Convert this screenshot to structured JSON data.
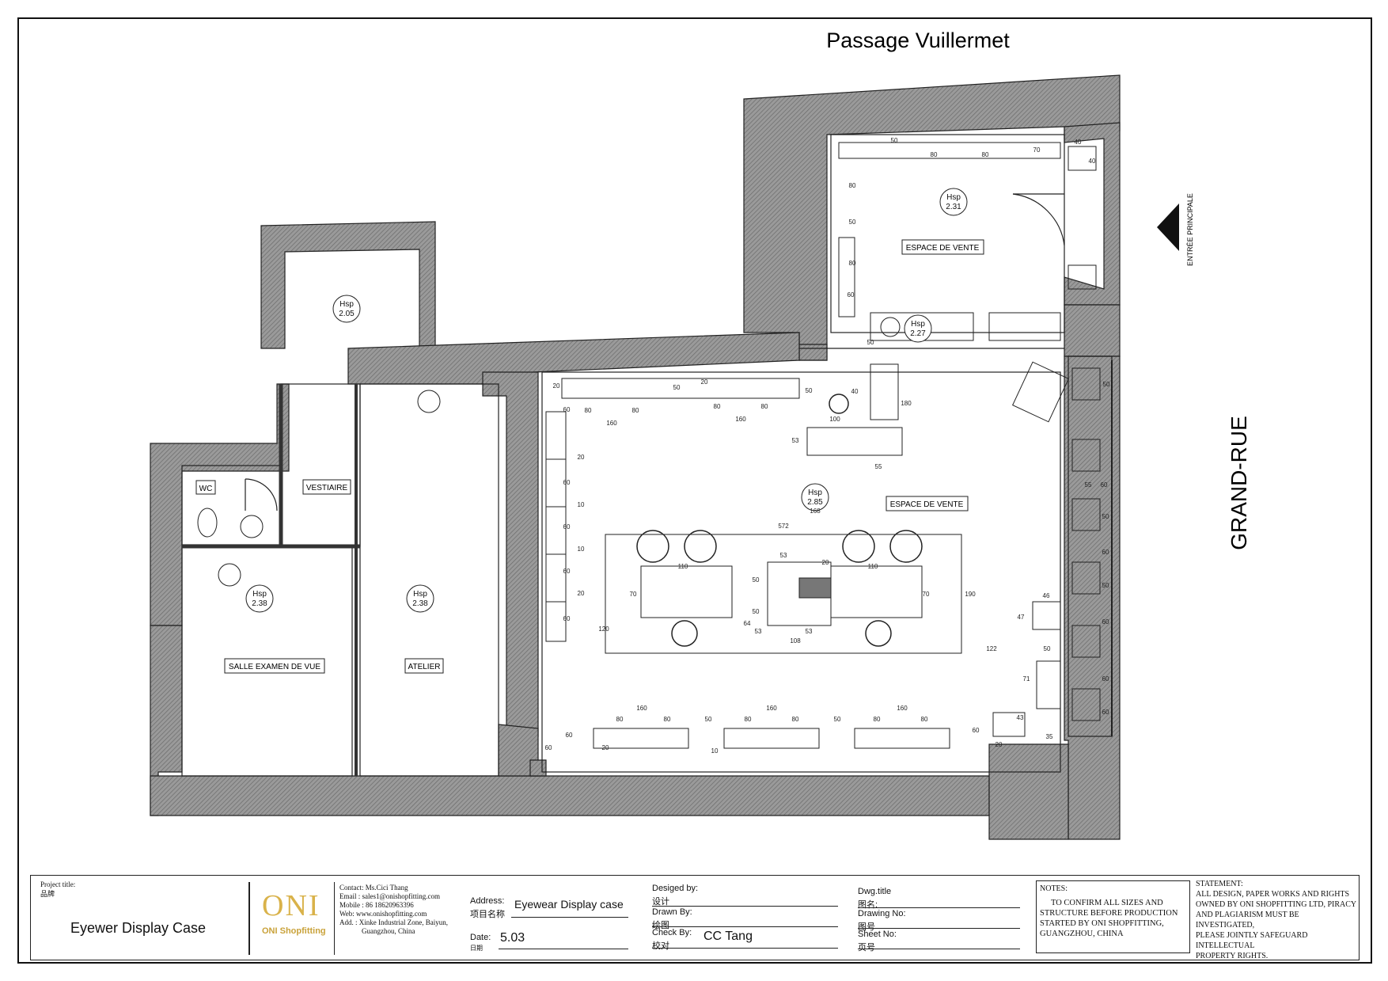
{
  "plan": {
    "street_top": "Passage Vuillermet",
    "street_right": "GRAND-RUE",
    "entrance": "ENTRÉE PRINCIPALE",
    "rooms": {
      "espace_vente_1": "ESPACE DE VENTE",
      "espace_vente_2": "ESPACE DE VENTE",
      "vestiaire": "VESTIAIRE",
      "wc": "WC",
      "salle_examen": "SALLE EXAMEN DE VUE",
      "atelier": "ATELIER"
    },
    "heights": [
      {
        "label": "Hsp",
        "value": "2.31"
      },
      {
        "label": "Hsp",
        "value": "2.27"
      },
      {
        "label": "Hsp",
        "value": "2.05"
      },
      {
        "label": "Hsp",
        "value": "2.85"
      },
      {
        "label": "Hsp",
        "value": "2.38"
      },
      {
        "label": "Hsp",
        "value": "2.38"
      }
    ],
    "dimensions": {
      "top_row": [
        "50",
        "80",
        "80",
        "70",
        "40",
        "40"
      ],
      "front_left": [
        "80",
        "50",
        "80"
      ],
      "front_mid": [
        "60",
        "50",
        "40",
        "180",
        "100",
        "55",
        "53",
        "168"
      ],
      "back_top": [
        "20",
        "50",
        "20",
        "50",
        "80",
        "80",
        "160",
        "80",
        "80",
        "160"
      ],
      "left_col": [
        "60",
        "20",
        "60",
        "10",
        "60",
        "10",
        "60",
        "20",
        "60",
        "120"
      ],
      "island": [
        "572",
        "110",
        "110",
        "53",
        "20",
        "70",
        "70",
        "50",
        "50",
        "64",
        "53",
        "53",
        "108",
        "190",
        "122",
        "50"
      ],
      "right_col": [
        "50",
        "55",
        "60",
        "50",
        "60",
        "50",
        "60",
        "46",
        "47",
        "71",
        "43",
        "35",
        "60",
        "60"
      ],
      "bottom": [
        "160",
        "80",
        "80",
        "50",
        "160",
        "80",
        "80",
        "50",
        "160",
        "80",
        "80",
        "60",
        "60",
        "20",
        "10",
        "20",
        "60"
      ]
    }
  },
  "titleblock": {
    "project_title_label": "Project title:",
    "project_title_cn": "品牌",
    "project_title": "Eyewer Display Case",
    "logo_text": "ONI",
    "logo_sub": "ONI Shopfitting",
    "contact": "Contact:  Ms.Cici Thang",
    "email": "Email : sales1@onishopfitting.com",
    "mobile": "Mobile :    86 18620963396",
    "web": "Web: www.onishopfitting.com",
    "address_1": "Add. :  Xinke Industrial Zone, Baiyun,",
    "address_2": "Guangzhou, China",
    "address_label": "Address:",
    "address_cn": "项目名称",
    "address_value": "Eyewear Display case",
    "date_label": "Date:",
    "date_cn": "日期",
    "date_value": "5.03",
    "designed_label": "Desiged by:",
    "designed_cn": "设计",
    "drawn_label": "Drawn By:",
    "drawn_cn": "绘图",
    "check_label": "Check By:",
    "check_cn": "校对",
    "check_value": "CC Tang",
    "dwg_title_label": "Dwg.title",
    "dwg_title_cn": "图名:",
    "drawing_no_label": "Drawing No:",
    "drawing_no_cn": "图号",
    "sheet_no_label": "Sheet No:",
    "sheet_no_cn": "页号",
    "notes_label": "NOTES:",
    "notes_1": "TO CONFIRM ALL SIZES AND",
    "notes_2": "STRUCTURE BEFORE PRODUCTION",
    "notes_3": "STARTED BY ONI SHOPFITTING,",
    "notes_4": "GUANGZHOU, CHINA",
    "statement_label": "STATEMENT:",
    "statement_1": "ALL DESIGN, PAPER WORKS AND RIGHTS",
    "statement_2": "OWNED BY ONI SHOPFITTING LTD, PIRACY",
    "statement_3": "AND PLAGIARISM MUST BE INVESTIGATED,",
    "statement_4": "PLEASE JOINTLY SAFEGUARD INTELLECTUAL",
    "statement_5": "PROPERTY RIGHTS."
  },
  "colors": {
    "wall": "#8c8c8c",
    "line": "#222222",
    "logo": "#d9b24a"
  }
}
